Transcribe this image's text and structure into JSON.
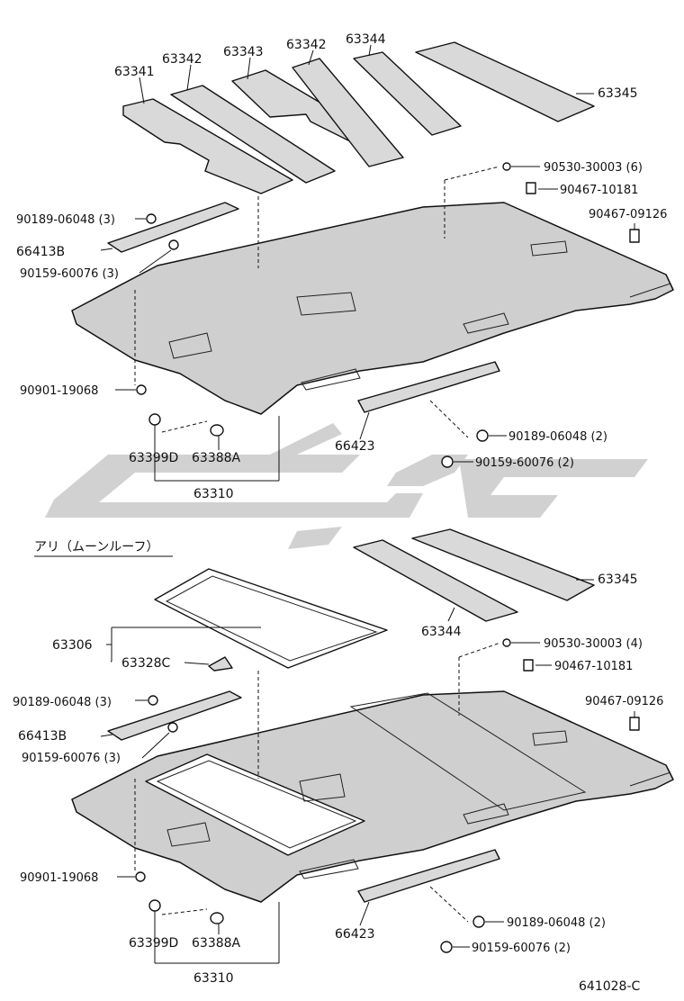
{
  "top": {
    "labels": {
      "p63341": "63341",
      "p63342_a": "63342",
      "p63343": "63343",
      "p63342_b": "63342",
      "p63344": "63344",
      "p63345": "63345",
      "p90530": "90530-30003 (6)",
      "p90467_10181": "90467-10181",
      "p90467_09126": "90467-09126",
      "p90189_left": "90189-06048 (3)",
      "p66413B": "66413B",
      "p90159_left": "90159-60076 (3)",
      "p90901": "90901-19068",
      "p63399D": "63399D",
      "p63388A": "63388A",
      "p63310": "63310",
      "p66423": "66423",
      "p90189_right": "90189-06048 (2)",
      "p90159_right": "90159-60076 (2)"
    }
  },
  "section_title": "アリ（ムーンルーフ）",
  "bottom": {
    "labels": {
      "p63345": "63345",
      "p63344": "63344",
      "p63306": "63306",
      "p63328C": "63328C",
      "p90530": "90530-30003 (4)",
      "p90467_10181": "90467-10181",
      "p90467_09126": "90467-09126",
      "p90189_left": "90189-06048 (3)",
      "p66413B": "66413B",
      "p90159_left": "90159-60076 (3)",
      "p90901": "90901-19068",
      "p63399D": "63399D",
      "p63388A": "63388A",
      "p63310": "63310",
      "p66423": "66423",
      "p90189_right": "90189-06048 (2)",
      "p90159_right": "90159-60076 (2)"
    }
  },
  "figure_code": "641028-C"
}
